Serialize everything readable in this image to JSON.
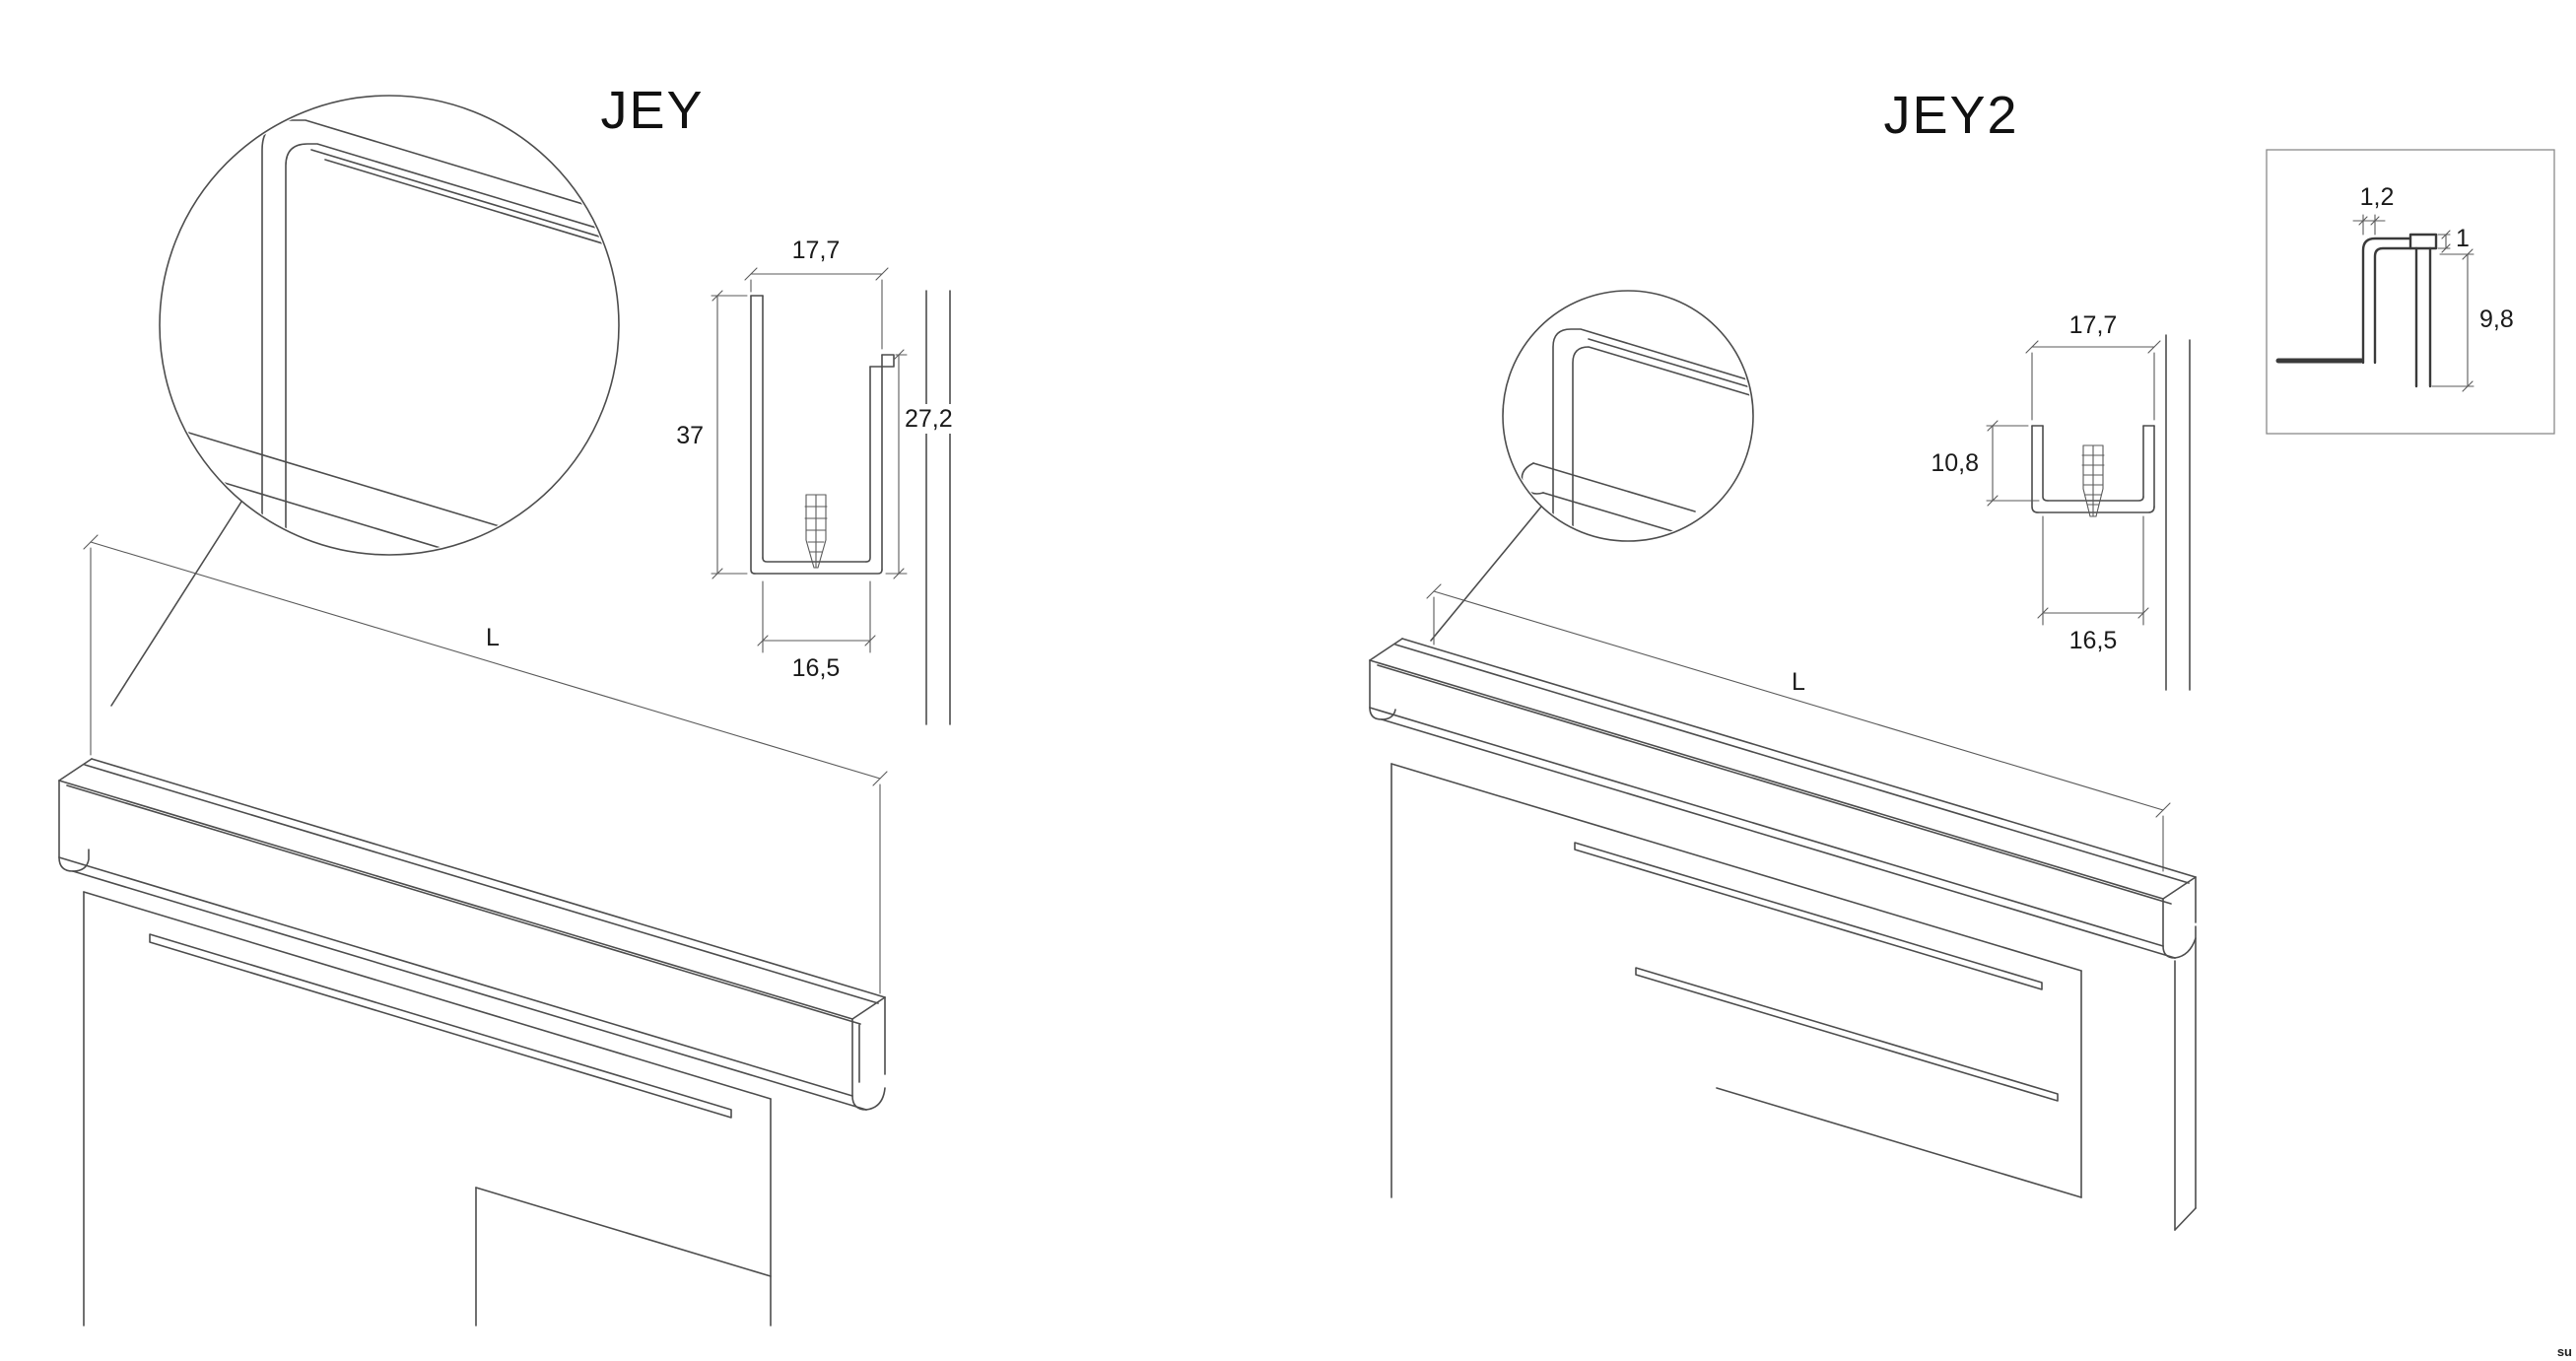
{
  "jey": {
    "title": "JEY",
    "iso": {
      "length_label": "L"
    },
    "section": {
      "top_width": "17,7",
      "front_height": "37",
      "back_height": "27,2",
      "bottom_width": "16,5"
    }
  },
  "jey2": {
    "title": "JEY2",
    "iso": {
      "length_label": "L"
    },
    "section": {
      "top_width": "17,7",
      "depth": "10,8",
      "bottom_width": "16,5"
    },
    "edge_detail": {
      "wall_thickness": "1,2",
      "lip": "1",
      "height": "9,8"
    }
  },
  "watermark": "su",
  "colors": {
    "background": "#ffffff",
    "line": "#4d4d4d",
    "text": "#1a1a1a",
    "detail_line": "#3a3a3a"
  }
}
